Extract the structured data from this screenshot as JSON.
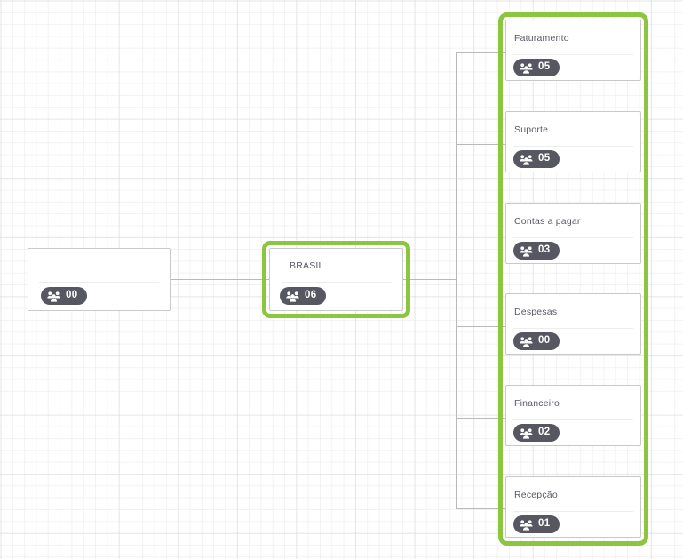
{
  "app": {
    "view_name": "organization-chart",
    "background": "grid-canvas"
  },
  "theme": {
    "accent_green": "#8CC63F",
    "badge_background": "#575761",
    "badge_text": "#FFFFFF",
    "card_border": "#C9C9CB",
    "title_text": "#5A5A66",
    "connector_line": "#B9B9BB",
    "grid_line": "#E8E8EA",
    "canvas_background": "#FFFFFF"
  },
  "icons": {
    "people": "people-group-icon"
  },
  "nodes": {
    "root": {
      "title": "",
      "count": "00",
      "selected": false
    },
    "brasil": {
      "title": "BRASIL",
      "count": "06",
      "selected": true
    }
  },
  "departments": {
    "selected": true,
    "items": [
      {
        "title": "Faturamento",
        "count": "05"
      },
      {
        "title": "Suporte",
        "count": "05"
      },
      {
        "title": "Contas a pagar",
        "count": "03"
      },
      {
        "title": "Despesas",
        "count": "00"
      },
      {
        "title": "Financeiro",
        "count": "02"
      },
      {
        "title": "Recepção",
        "count": "01"
      }
    ]
  }
}
